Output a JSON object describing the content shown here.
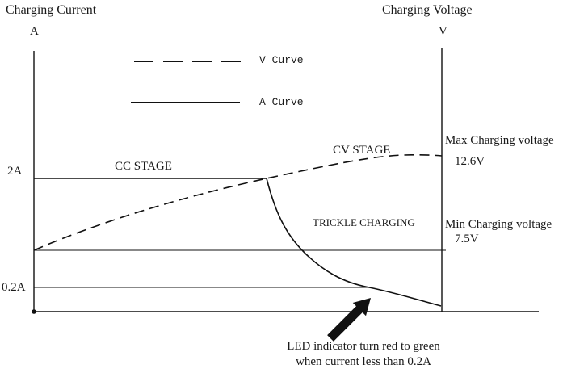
{
  "colors": {
    "background": "#ffffff",
    "line": "#111111",
    "text": "#1a1a1a"
  },
  "left_axis": {
    "title": "Charging Current",
    "unit": "A",
    "ticks": [
      {
        "label": "2A",
        "value": 2
      },
      {
        "label": "0.2A",
        "value": 0.2
      }
    ]
  },
  "right_axis": {
    "title": "Charging Voltage",
    "unit": "V",
    "max": {
      "label": "Max Charging voltage",
      "value": "12.6V"
    },
    "min": {
      "label": "Min Charging voltage",
      "value": "7.5V"
    }
  },
  "legend": {
    "items": [
      {
        "label": "V Curve",
        "line_style": "dashed"
      },
      {
        "label": "A Curve",
        "line_style": "solid"
      }
    ]
  },
  "stage_labels": {
    "cc": "CC STAGE",
    "cv": "CV STAGE",
    "trickle": "TRICKLE CHARGING"
  },
  "annotation": {
    "line1": "LED indicator turn red to green",
    "line2": "when current less than 0.2A"
  },
  "chart_data": {
    "type": "line",
    "title": "",
    "xlabel": "",
    "grid": false,
    "legend_position": "top-left-inside",
    "left_axis": {
      "label": "Charging Current",
      "unit": "A",
      "ticks": [
        2,
        0.2
      ]
    },
    "right_axis": {
      "label": "Charging Voltage",
      "unit": "V",
      "reference_values": [
        12.6,
        7.5
      ]
    },
    "series": [
      {
        "name": "V Curve",
        "style": "dashed",
        "axis": "right",
        "unit": "V",
        "x_fraction": [
          0,
          0.1,
          0.2,
          0.3,
          0.4,
          0.5,
          0.57,
          0.7,
          0.8,
          0.9,
          1.0
        ],
        "values": [
          7.5,
          8.3,
          9.0,
          9.75,
          10.4,
          11.0,
          11.5,
          12.1,
          12.4,
          12.6,
          12.6
        ]
      },
      {
        "name": "A Curve",
        "style": "solid",
        "axis": "left",
        "unit": "A",
        "x_fraction": [
          0,
          0.57,
          0.66,
          0.75,
          0.82,
          0.91,
          1.0
        ],
        "values": [
          2.0,
          2.0,
          0.8,
          0.35,
          0.2,
          0.12,
          0.05
        ]
      }
    ],
    "stages": [
      "CC STAGE",
      "CV STAGE",
      "TRICKLE CHARGING"
    ],
    "annotations": [
      "Max Charging voltage 12.6V",
      "Min Charging voltage 7.5V",
      "LED indicator turn red to green when current less than 0.2A"
    ]
  }
}
